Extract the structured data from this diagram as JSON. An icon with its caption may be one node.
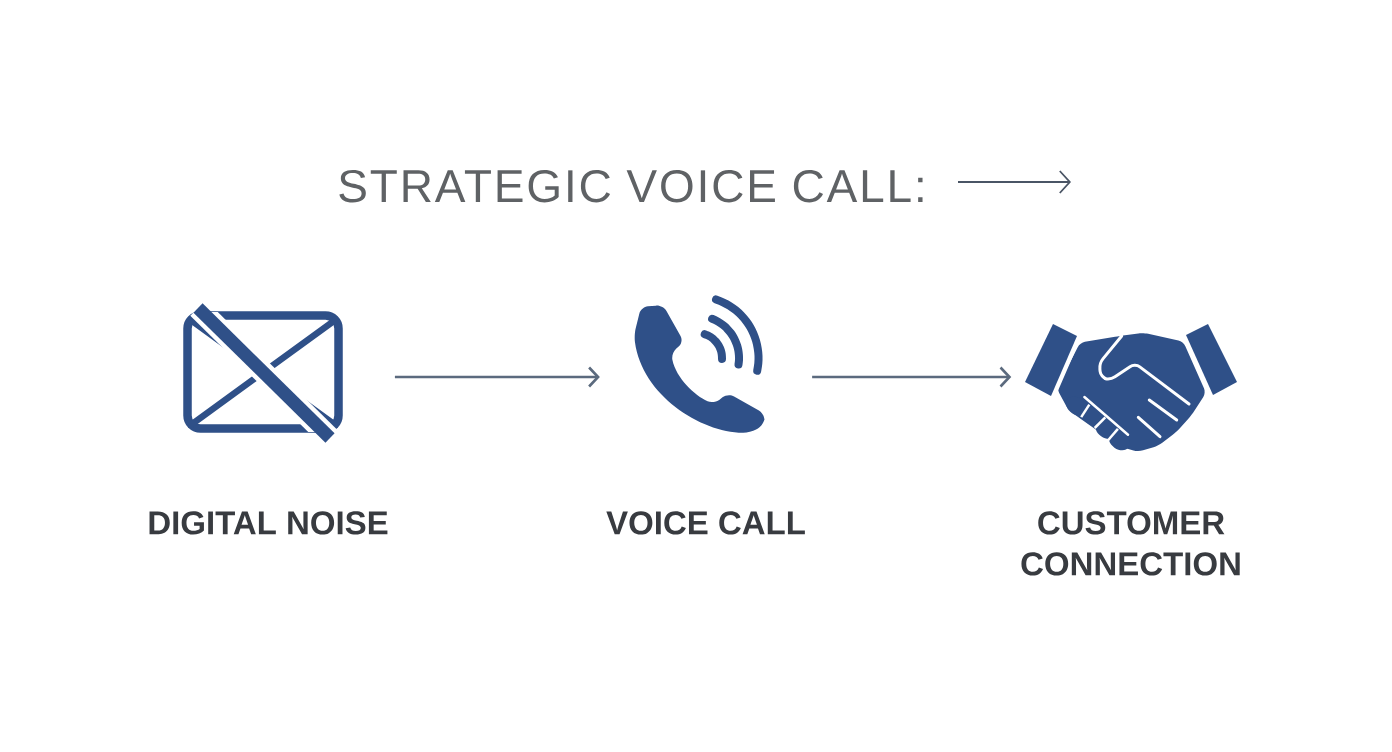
{
  "diagram": {
    "title": "STRATEGIC VOICE CALL:",
    "nodes": [
      {
        "text": [
          "DIGITAL NOISE"
        ]
      },
      {
        "text": [
          "VOICE CALL"
        ]
      },
      {
        "text": [
          "CUSTOMER CONNECTION"
        ]
      }
    ],
    "edges": [
      {
        "from": 0,
        "to": 1,
        "arrow": "to"
      },
      {
        "from": 1,
        "to": 2,
        "arrow": "to"
      }
    ]
  }
}
